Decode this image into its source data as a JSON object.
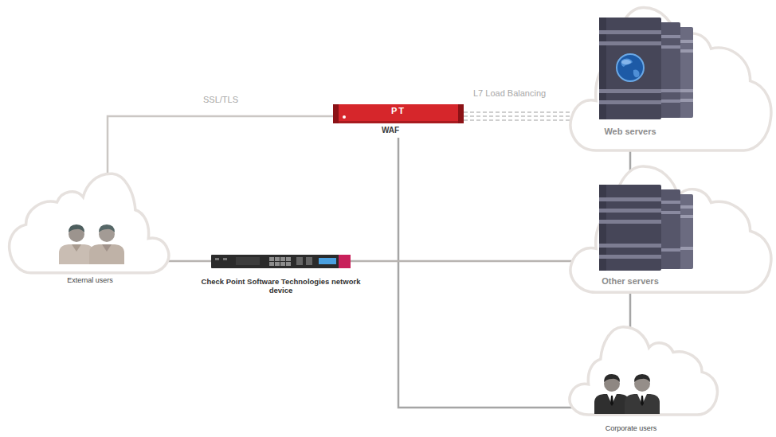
{
  "diagram": {
    "nodes": [
      {
        "text": [
          "PT",
          "WAF"
        ]
      },
      {
        "text": [
          "Web servers"
        ]
      },
      {
        "text": [
          "External users"
        ]
      },
      {
        "text": [
          "Check Point Software Technologies network device"
        ]
      },
      {
        "text": [
          "Other servers"
        ]
      },
      {
        "text": [
          "Corporate users"
        ]
      }
    ],
    "edges": [
      {
        "from": 2,
        "to": 0,
        "arrow": "none",
        "label": "SSL/TLS"
      },
      {
        "from": 0,
        "to": 1,
        "arrow": "none",
        "label": "L7 Load Balancing"
      },
      {
        "from": 0,
        "to": 5,
        "arrow": "none"
      },
      {
        "from": 2,
        "to": 3,
        "arrow": "none"
      },
      {
        "from": 3,
        "to": 4,
        "arrow": "none"
      },
      {
        "from": 1,
        "to": 4,
        "arrow": "none"
      },
      {
        "from": 4,
        "to": 5,
        "arrow": "none"
      }
    ]
  }
}
